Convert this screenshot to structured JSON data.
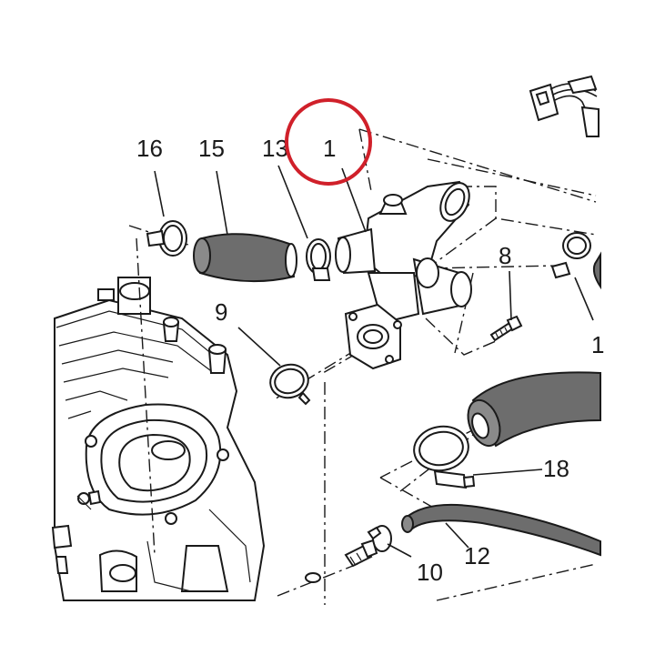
{
  "labels": {
    "p1": "1",
    "p8": "8",
    "p9": "9",
    "p10": "10",
    "p12": "12",
    "p13": "13",
    "p15": "15",
    "p16": "16",
    "p18": "18",
    "p_right_cut": "1"
  },
  "highlight": {
    "color": "#d0202a"
  }
}
